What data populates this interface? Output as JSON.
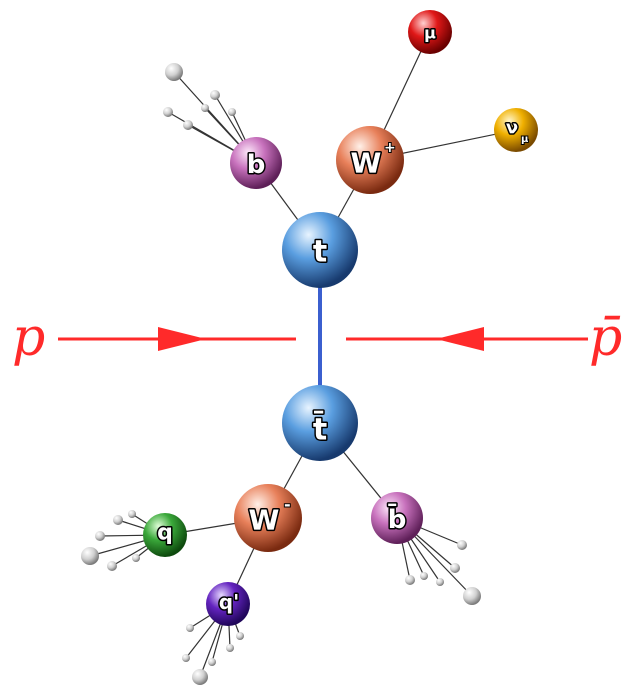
{
  "beams": {
    "left_label": "p",
    "right_label": "p̄"
  },
  "particles": {
    "top": "t",
    "antitop": "t̄",
    "w_plus": "W",
    "w_plus_charge": "+",
    "w_minus": "W",
    "w_minus_charge": "-",
    "b": "b",
    "bbar": "b̄",
    "muon": "μ",
    "neutrino": "ν",
    "neutrino_sub": "μ",
    "q": "q",
    "qprime": "q'"
  },
  "colors": {
    "beam": "#ff2a2a",
    "propagator": "#3b5fcf",
    "top": "#4b8fd6",
    "w": "#e57a52",
    "b": "#c86ab8",
    "muon": "#e01818",
    "neutrino": "#f0b000",
    "q": "#2e9a2e",
    "qprime": "#5a1eb0",
    "hadron": "#d8d8d8"
  }
}
